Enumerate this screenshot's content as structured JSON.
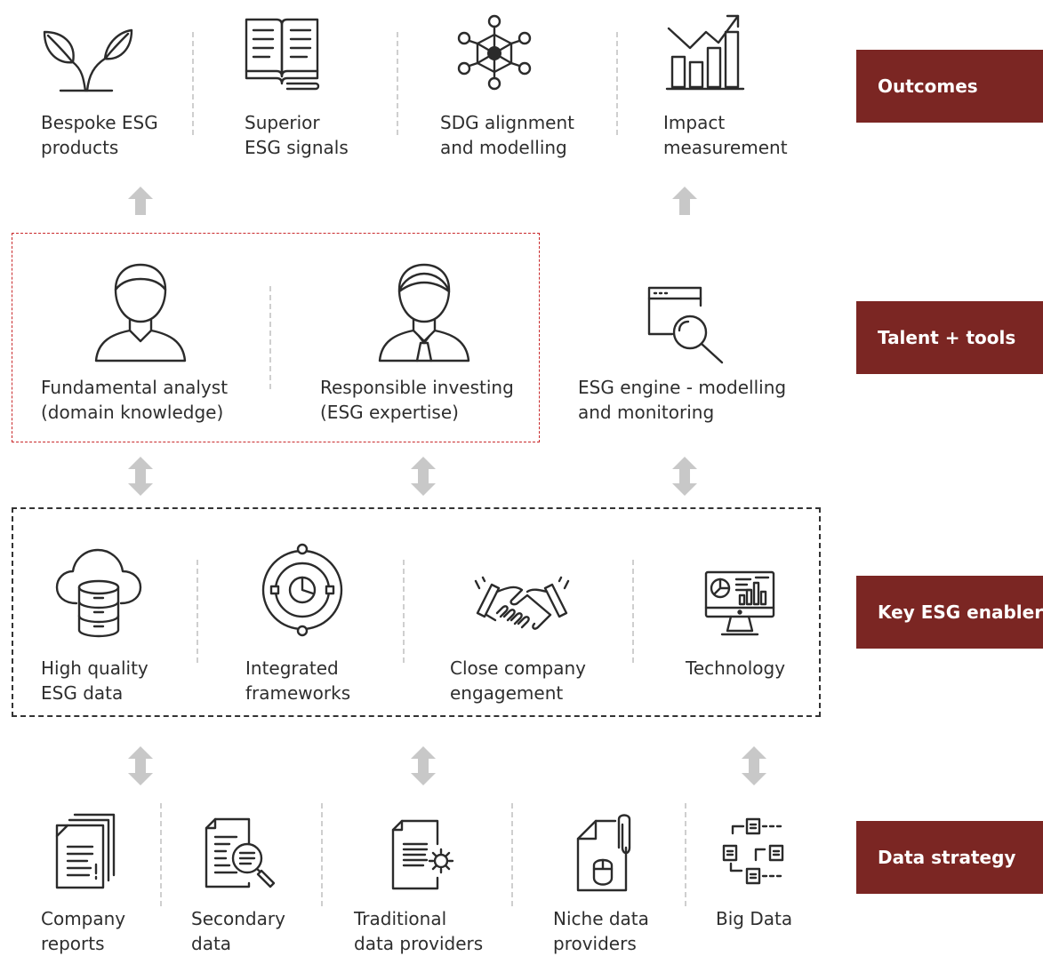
{
  "outcomes": {
    "items": [
      {
        "line1": "Bespoke ESG",
        "line2": "products",
        "icon": "plant-icon"
      },
      {
        "line1": "Superior",
        "line2": "ESG signals",
        "icon": "book-icon"
      },
      {
        "line1": "SDG alignment",
        "line2": "and modelling",
        "icon": "network-icon"
      },
      {
        "line1": "Impact",
        "line2": "measurement",
        "icon": "growth-chart-icon"
      }
    ]
  },
  "talent_tools": {
    "items": [
      {
        "line1": "Fundamental analyst",
        "line2": "(domain knowledge)",
        "icon": "person-icon"
      },
      {
        "line1": "Responsible investing",
        "line2": "(ESG expertise)",
        "icon": "businessman-icon"
      },
      {
        "line1": "ESG engine - modelling",
        "line2": "and monitoring",
        "icon": "browser-search-icon"
      }
    ]
  },
  "enablers": {
    "items": [
      {
        "line1": "High quality",
        "line2": "ESG data",
        "icon": "cloud-database-icon"
      },
      {
        "line1": "Integrated",
        "line2": "frameworks",
        "icon": "target-framework-icon"
      },
      {
        "line1": "Close company",
        "line2": "engagement",
        "icon": "handshake-icon"
      },
      {
        "line1": "Technology",
        "line2": "",
        "icon": "monitor-dashboard-icon"
      }
    ]
  },
  "data_strategy": {
    "items": [
      {
        "line1": "Company",
        "line2": "reports",
        "icon": "documents-icon"
      },
      {
        "line1": "Secondary",
        "line2": "data",
        "icon": "document-search-icon"
      },
      {
        "line1": "Traditional",
        "line2": "data providers",
        "icon": "document-gear-icon"
      },
      {
        "line1": "Niche data",
        "line2": "providers",
        "icon": "file-mouse-icon"
      },
      {
        "line1": "Big Data",
        "line2": "",
        "icon": "data-nodes-icon"
      }
    ]
  },
  "tags": {
    "outcomes": "Outcomes",
    "talent": "Talent + tools",
    "enablers": "Key ESG enablers",
    "data": "Data strategy"
  },
  "colors": {
    "tag_bg": "#7b2623",
    "red_box": "#c9292b",
    "dark_box": "#333333",
    "arrow": "#c8c8c8",
    "divider": "#cfcfcf"
  }
}
